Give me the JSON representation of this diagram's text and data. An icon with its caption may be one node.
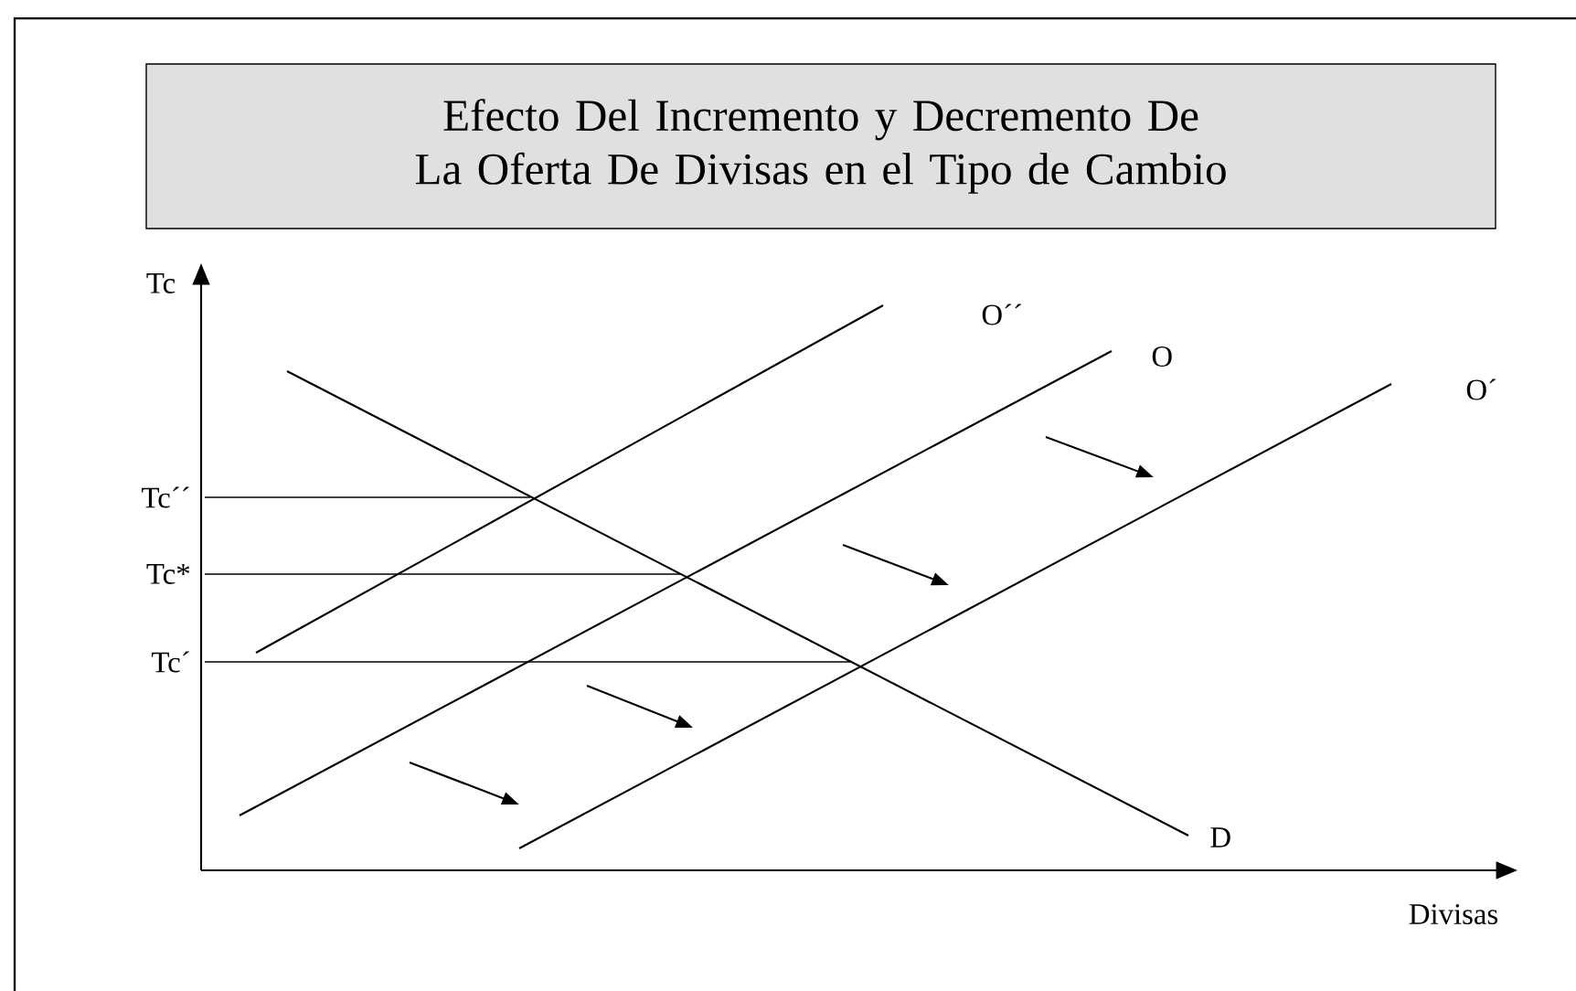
{
  "diagram": {
    "title": "Efecto Del Incremento y Decremento De La Oferta De Divisas en el Tipo de Cambio",
    "labels": [
      "Tc",
      "O´´",
      "O",
      "O´",
      "Tc´´",
      "Tc*",
      "Tc´",
      "D",
      "Divisas"
    ]
  }
}
